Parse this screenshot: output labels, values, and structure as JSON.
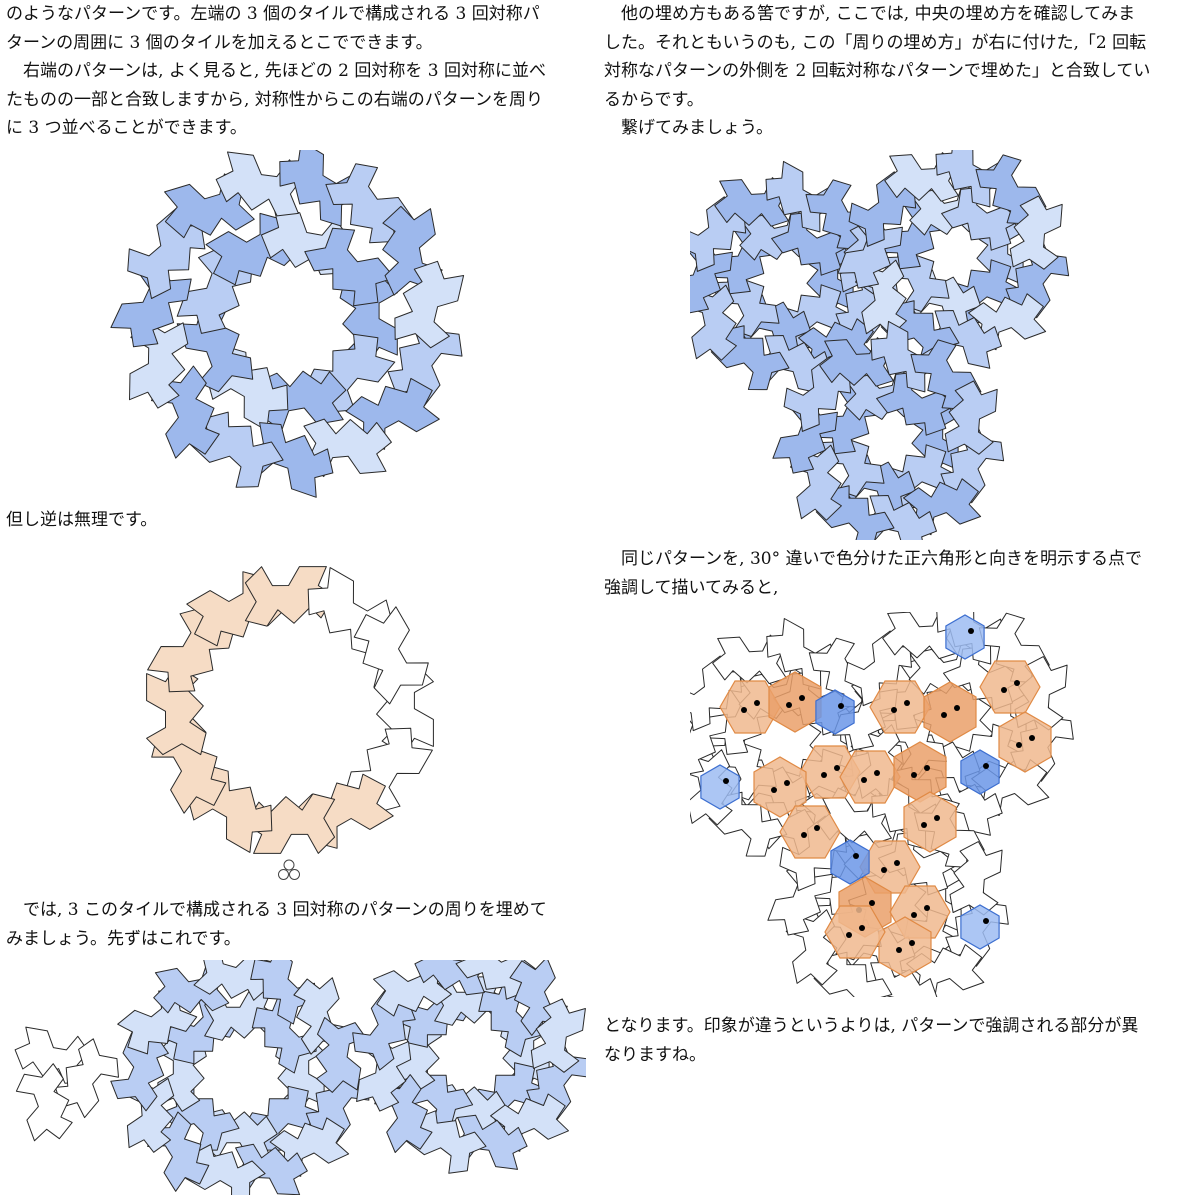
{
  "left_column": {
    "intro": [
      "のようなパターンです。左端の 3 個のタイルで構成される 3 回対称パ",
      "ターンの周囲に 3 個のタイルを加えるとこでできます。",
      "　右端のパターンは, よく見ると, 先ほどの 2 回対称を 3 回対称に並べ",
      "たものの一部と合致しますから, 対称性からこの右端のパターンを周り",
      "に 3 つ並べることができます。"
    ],
    "converse_note": "但し逆は無理です。",
    "surround_intro": [
      "　では, 3 このタイルで構成される 3 回対称のパターンの周りを埋めて",
      "みましょう。先ずはこれです。"
    ]
  },
  "right_column": {
    "other_fill": [
      "　他の埋め方もある筈ですが, ここでは, 中央の埋め方を確認してみま",
      "した。それともいうのも, この「周りの埋め方」が右に付けた,「2 回転",
      "対称なパターンの外側を 2 回転対称なパターンで埋めた」と合致してい",
      "るからです。"
    ],
    "connect": "　繋げてみましょう。",
    "highlight_intro": [
      "　同じパターンを, 30° 違いで色分けた正六角形と向きを明示する点で",
      "強調して描いてみると,"
    ],
    "conclusion": [
      "となります。印象が違うというよりは, パターンで強調される部分が異",
      "なりますね。"
    ]
  },
  "colors": {
    "blue_dark": "#9db8ec",
    "blue_mid": "#b9cdf3",
    "blue_light": "#d3e1f8",
    "peach": "#f6dcc5",
    "orange": "#f0b98e",
    "orange_dark": "#eaa06a",
    "hex_blue": "#6b97e8",
    "outline": "#2a2a2a"
  }
}
